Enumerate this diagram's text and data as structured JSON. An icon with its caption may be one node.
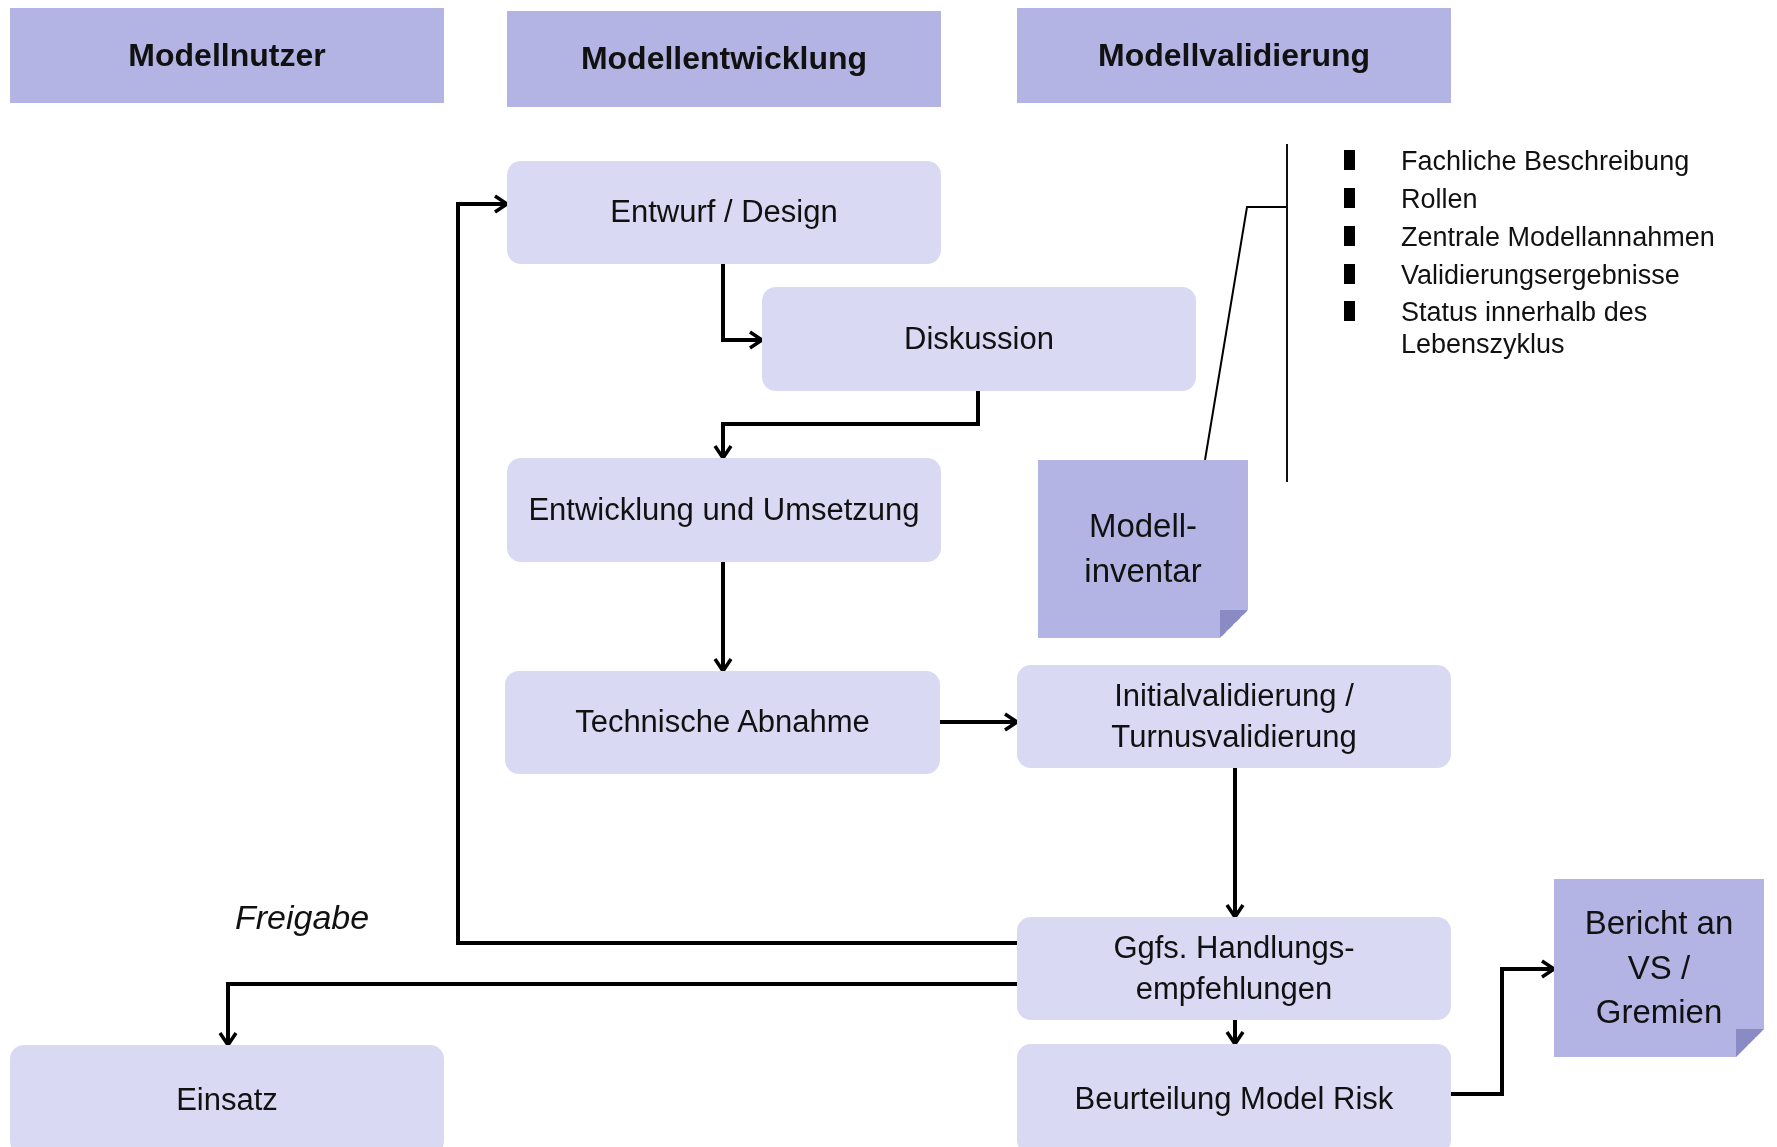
{
  "diagram": {
    "nodes": [
      {
        "text": [
          "Modellnutzer"
        ]
      },
      {
        "text": [
          "Modellentwicklung"
        ]
      },
      {
        "text": [
          "Modellvalidierung"
        ]
      },
      {
        "text": [
          "Entwurf / Design"
        ]
      },
      {
        "text": [
          "Diskussion"
        ]
      },
      {
        "text": [
          "Fachliche Beschreibung",
          "Rollen",
          "Zentrale Modellannahmen",
          "Validierungsergebnisse",
          "Status innerhalb des Lebenszyklus"
        ]
      },
      {
        "text": [
          "Entwicklung und Umsetzung"
        ]
      },
      {
        "text": [
          "Modell- inventar"
        ]
      },
      {
        "text": [
          "Technische Abnahme"
        ]
      },
      {
        "text": [
          "Initialvalidierung / Turnusvalidierung"
        ]
      },
      {
        "text": [
          "Ggfs. Handlungs- empfehlungen"
        ]
      },
      {
        "text": [
          "Bericht an VS / Gremien"
        ]
      },
      {
        "text": [
          "Beurteilung Model Risk"
        ]
      },
      {
        "text": [
          "Einsatz"
        ]
      }
    ],
    "edges": [
      {
        "from": 3,
        "to": 4,
        "arrow": "to"
      },
      {
        "from": 4,
        "to": 6,
        "arrow": "to"
      },
      {
        "from": 6,
        "to": 8,
        "arrow": "to"
      },
      {
        "from": 8,
        "to": 9,
        "arrow": "to"
      },
      {
        "from": 9,
        "to": 10,
        "arrow": "to"
      },
      {
        "from": 10,
        "to": 3,
        "arrow": "to"
      },
      {
        "from": 10,
        "to": 13,
        "arrow": "to"
      },
      {
        "from": 10,
        "to": 12,
        "arrow": "to"
      },
      {
        "from": 12,
        "to": 11,
        "arrow": "to"
      },
      {
        "from": 7,
        "to": 5,
        "arrow": "none"
      }
    ],
    "labels": [
      "Freigabe"
    ]
  }
}
